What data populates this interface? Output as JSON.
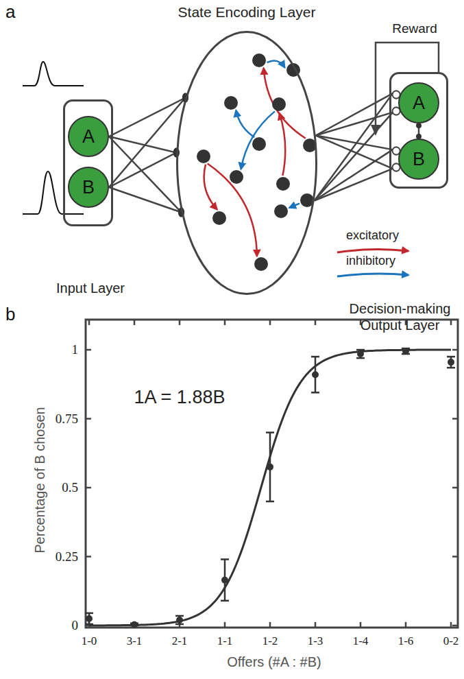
{
  "diagram": {
    "nodes": [
      {
        "text": [
          "Input Layer"
        ]
      },
      {
        "text": [
          "A"
        ],
        "in": 0
      },
      {
        "text": [
          "B"
        ],
        "in": 0
      },
      {
        "text": [
          "State Encoding Layer"
        ]
      },
      {
        "text": [
          "Decision-making Output Layer"
        ]
      },
      {
        "text": [
          "A"
        ],
        "in": 4
      },
      {
        "text": [
          "B"
        ],
        "in": 4
      }
    ],
    "edges": [
      {
        "from": 1,
        "to": 3,
        "arrow": "none"
      },
      {
        "from": 2,
        "to": 3,
        "arrow": "none"
      },
      {
        "from": 3,
        "to": 5,
        "arrow": "none"
      },
      {
        "from": 3,
        "to": 6,
        "arrow": "none"
      },
      {
        "from": 5,
        "to": 6,
        "arrow": "none"
      }
    ],
    "labels": [
      "a",
      "Reward",
      "b",
      "1A = 1.88B",
      "1",
      "0.75",
      "0.5",
      "0.25",
      "0",
      "Percentage of B chosen",
      "1-0",
      "3-1",
      "2-1",
      "1-1",
      "1-2",
      "1-3",
      "1-4",
      "1-6",
      "0-2",
      "Offers (#A : #B)"
    ],
    "legend": [
      {
        "text": "excitatory"
      },
      {
        "text": "inhibitory"
      }
    ]
  }
}
